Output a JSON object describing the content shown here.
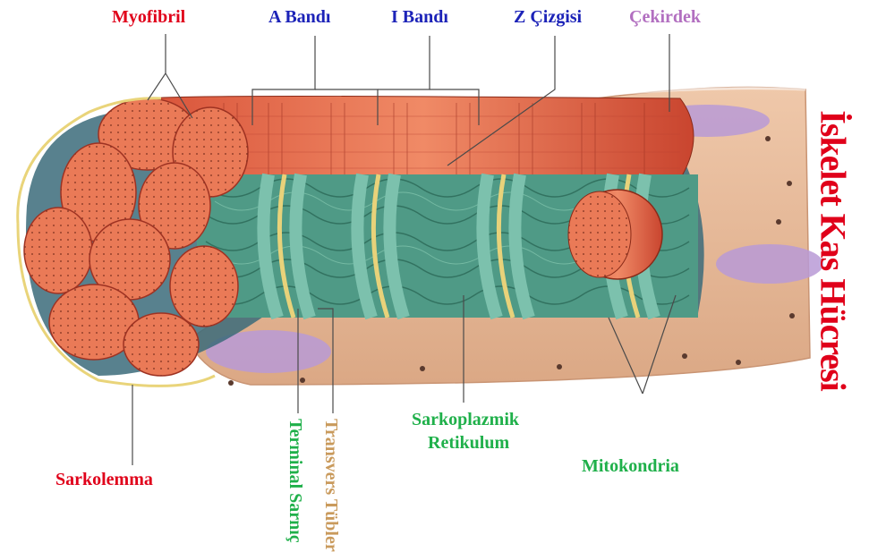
{
  "title": "İskelet Kas Hücresi",
  "labels": {
    "myofibril": "Myofibril",
    "a_band": "A Bandı",
    "i_band": "I Bandı",
    "z_line": "Z Çizgisi",
    "nucleus": "Çekirdek",
    "sarcolemma": "Sarkolemma",
    "terminal_cistern": "Terminal Sarnıç",
    "transverse_tubules": "Transvers Tübler",
    "sarcoplasmic_reticulum_1": "Sarkoplazmik",
    "sarcoplasmic_reticulum_2": "Retikulum",
    "mitochondria": "Mitokondria"
  },
  "colors": {
    "title": "#e0001a",
    "red_label": "#e0001a",
    "blue_label": "#1c23b8",
    "purple_label": "#b26fc0",
    "green_label": "#1fb04a",
    "tan_label": "#c99a5c",
    "myofibril_fill": "#ea7a57",
    "reticulum": "#4f9a86",
    "tubule": "#e8d27a",
    "sarcolemma": "#e8b89a",
    "nucleus": "#b99ad6"
  }
}
